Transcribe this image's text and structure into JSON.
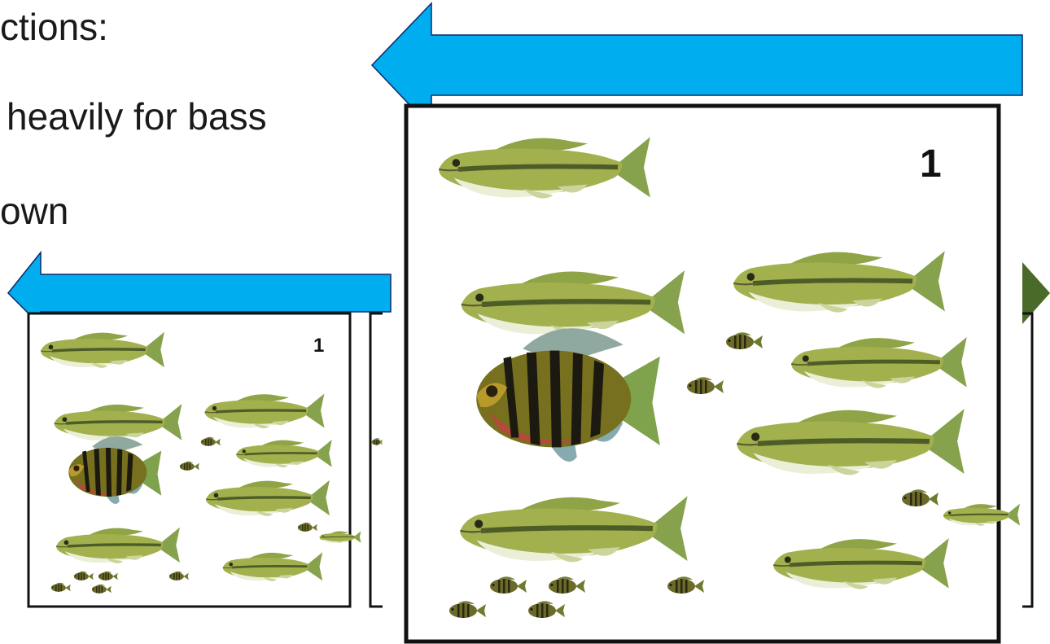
{
  "text_lines": [
    "ctions:",
    "heavily for bass",
    "own"
  ],
  "panels": {
    "large_label": "1",
    "small_label": "1"
  },
  "colors": {
    "arrow_blue": "#00aeef",
    "arrow_green": "#4a6a2a",
    "frame": "#111111",
    "bass_body": "#9db04a",
    "bass_belly": "#eef0dc",
    "bass_stripe": "#4a5a25",
    "sunfish_body": "#6e6a1f",
    "sunfish_bar": "#1c1a10",
    "sunfish_fin": "#86aab0"
  },
  "icons": {
    "large_mouth_bass": "bass-fish-icon",
    "bluegill": "bluegill-fish-icon",
    "small_fry": "fry-fish-icon"
  }
}
